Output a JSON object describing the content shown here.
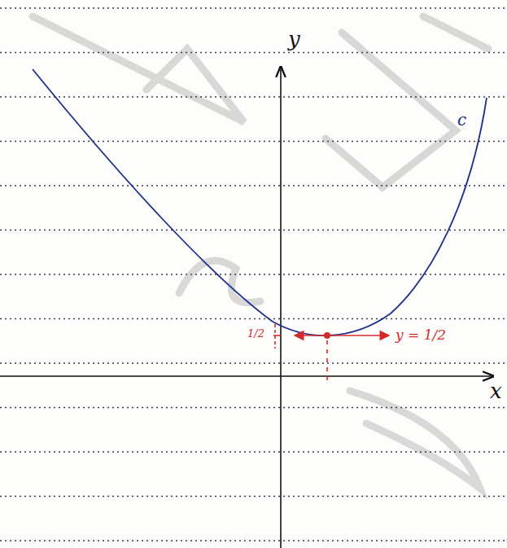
{
  "diagram": {
    "labels": [
      "y",
      "x",
      "c",
      "1/2",
      "y = 1/2"
    ]
  }
}
